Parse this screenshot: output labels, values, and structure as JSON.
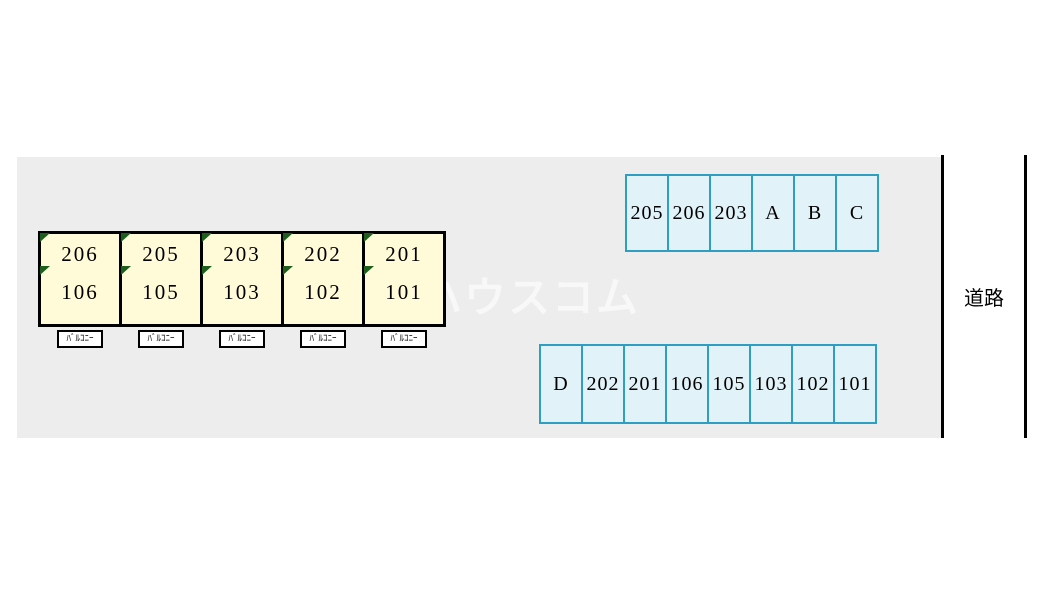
{
  "watermark_text": "ハウスコム",
  "road_label": "道路",
  "building": {
    "units": [
      {
        "upper": "206",
        "lower": "106",
        "balcony": "ﾊﾞﾙｺﾆｰ"
      },
      {
        "upper": "205",
        "lower": "105",
        "balcony": "ﾊﾞﾙｺﾆｰ"
      },
      {
        "upper": "203",
        "lower": "103",
        "balcony": "ﾊﾞﾙｺﾆｰ"
      },
      {
        "upper": "202",
        "lower": "102",
        "balcony": "ﾊﾞﾙｺﾆｰ"
      },
      {
        "upper": "201",
        "lower": "101",
        "balcony": "ﾊﾞﾙｺﾆｰ"
      }
    ]
  },
  "parking": {
    "top_row": [
      "205",
      "206",
      "203",
      "A",
      "B",
      "C"
    ],
    "bottom_row": [
      "D",
      "202",
      "201",
      "106",
      "105",
      "103",
      "102",
      "101"
    ]
  },
  "colors": {
    "site_background": "#ededed",
    "unit_fill": "#fffbd9",
    "unit_border": "#000000",
    "door_marker_green": "#1d5e1d",
    "parking_fill": "#e1f3f9",
    "parking_border": "#2e9ec2",
    "road_line": "#000000"
  }
}
